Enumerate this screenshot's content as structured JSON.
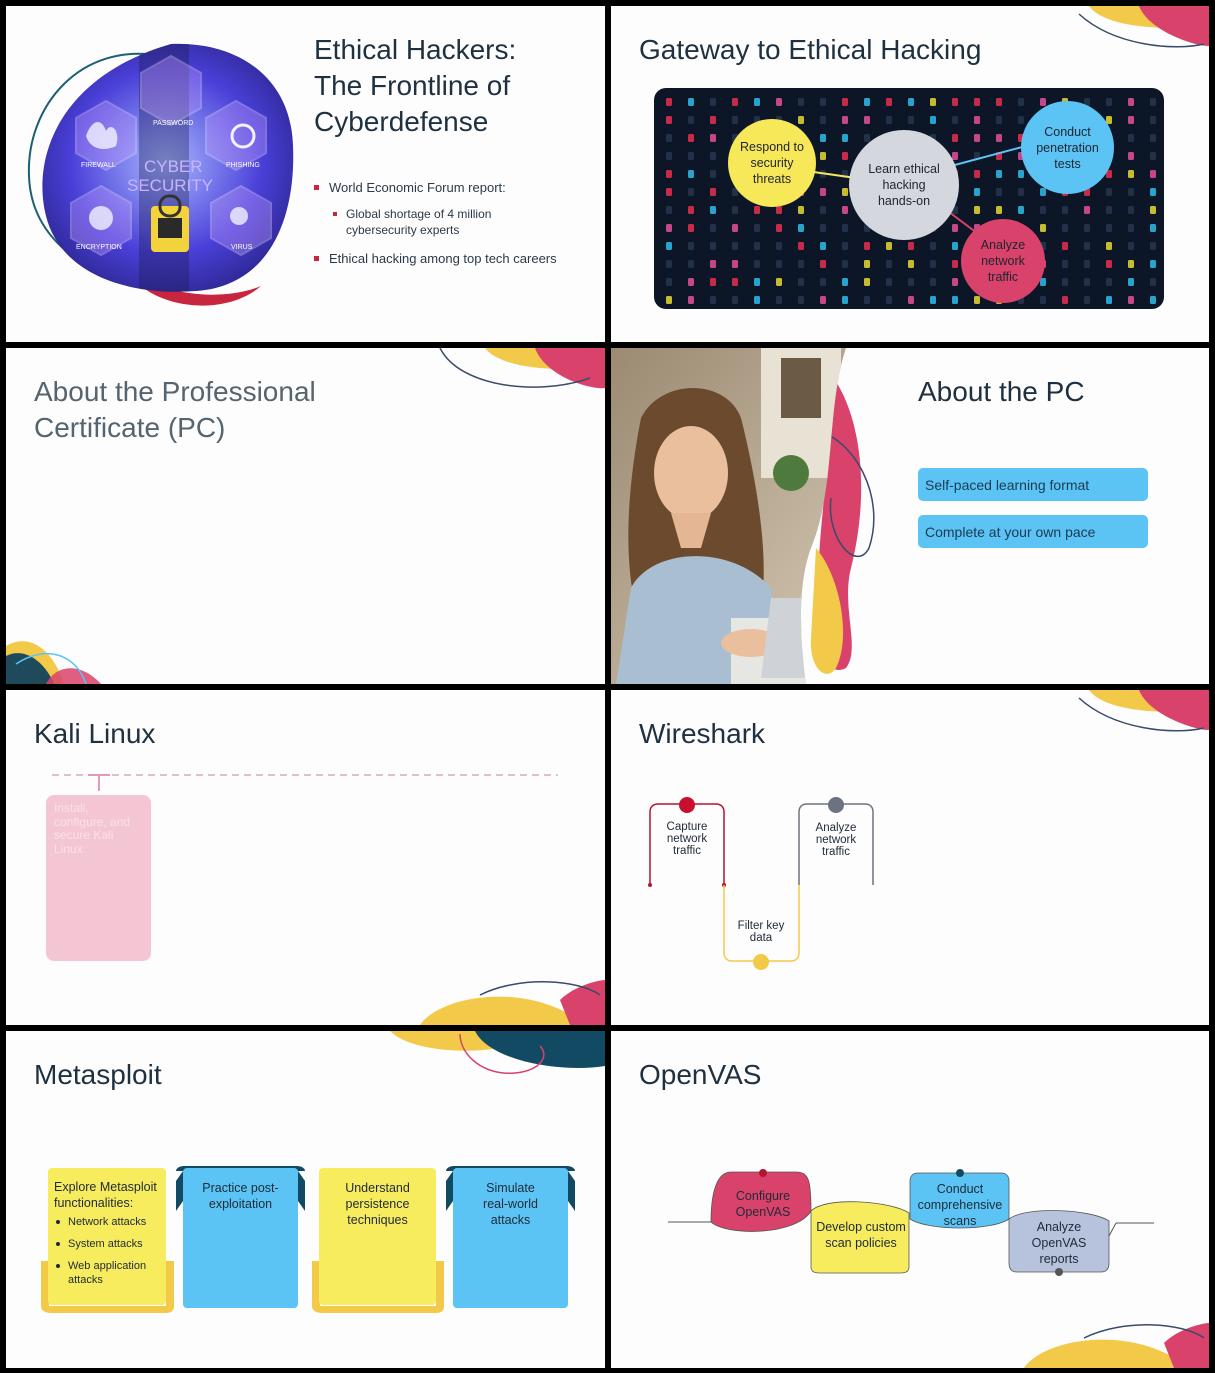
{
  "slides": [
    {
      "title": "Ethical Hackers: The Frontline of Cyberdefense",
      "title_lines": [
        "Ethical Hackers:",
        "The Frontline of",
        "Cyberdefense"
      ],
      "image_labels": {
        "password": "PASSWORD",
        "firewall": "FIREWALL",
        "phishing": "PHISHING",
        "encryption": "ENCRYPTION",
        "virus": "VIRUS",
        "cyber": "CYBER",
        "security": "SECURITY"
      },
      "bullets": [
        {
          "text": "World Economic Forum report:",
          "sub": [
            "Global shortage of 4 million cybersecurity experts"
          ]
        },
        {
          "text": "Ethical hacking among top tech careers",
          "sub": []
        }
      ]
    },
    {
      "title": "Gateway to Ethical Hacking",
      "nodes": {
        "center": "Learn ethical hacking hands-on",
        "respond": "Respond to security threats",
        "conduct": "Conduct penetration tests",
        "analyze": "Analyze network traffic"
      }
    },
    {
      "title_lines": [
        "About the Professional",
        "Certificate (PC)"
      ]
    },
    {
      "title": "About the PC",
      "items": [
        "Self-paced learning format",
        "Complete at your own pace"
      ]
    },
    {
      "title": "Kali Linux",
      "card": "Install, configure, and secure Kali Linux"
    },
    {
      "title": "Wireshark",
      "steps": [
        "Capture network traffic",
        "Filter key data",
        "Analyze network traffic"
      ]
    },
    {
      "title": "Metasploit",
      "cards": [
        {
          "heading": "Explore Metasploit functionalities:",
          "items": [
            "Network attacks",
            "System attacks",
            "Web application attacks"
          ]
        },
        {
          "heading": "Practice post-exploitation",
          "items": []
        },
        {
          "heading": "Understand persistence techniques",
          "items": []
        },
        {
          "heading": "Simulate real-world attacks",
          "items": []
        }
      ]
    },
    {
      "title": "OpenVAS",
      "steps": [
        "Configure OpenVAS",
        "Develop custom scan policies",
        "Conduct comprehensive scans",
        "Analyze OpenVAS reports"
      ]
    }
  ],
  "colors": {
    "yellow": "#f7e85a",
    "blue": "#5bc4f5",
    "pink": "#d9436b",
    "navy": "#1f3140",
    "gray": "#c9cbd3",
    "accent_red": "#c8253f"
  }
}
